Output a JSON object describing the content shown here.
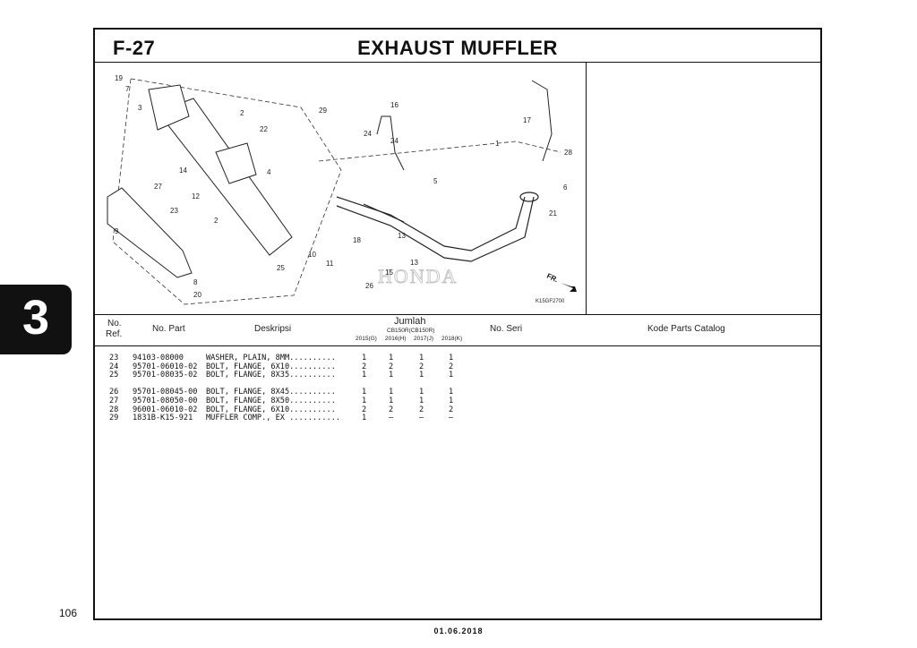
{
  "page": {
    "code": "F-27",
    "title": "EXHAUST MUFFLER",
    "chapter_number": "3",
    "page_number": "106",
    "date": "01.06.2018"
  },
  "diagram": {
    "figure_code": "K15GF2700",
    "direction_label": "FR.",
    "watermark": "HONDA",
    "callouts": [
      "19",
      "7",
      "3",
      "2",
      "22",
      "29",
      "16",
      "24",
      "24",
      "17",
      "1",
      "28",
      "6",
      "21",
      "5",
      "4",
      "14",
      "27",
      "12",
      "23",
      "2",
      "9",
      "8",
      "20",
      "25",
      "10",
      "11",
      "18",
      "13",
      "13",
      "15",
      "26"
    ]
  },
  "table": {
    "headers": {
      "no_ref": "No.",
      "no_ref_2": "Ref.",
      "part_no": "No. Part",
      "description": "Deskripsi",
      "qty": "Jumlah",
      "model_group": "CB150R(CB150R)",
      "serial_no": "No. Seri",
      "catalog_code": "Kode Parts Catalog",
      "years": [
        "2015(G)",
        "2016(H)",
        "2017(J)",
        "2018(K)"
      ]
    },
    "rows": [
      {
        "ref": "23",
        "part": "94103-08000",
        "desc": "WASHER, PLAIN, 8MM..........",
        "q": [
          "1",
          "1",
          "1",
          "1"
        ]
      },
      {
        "ref": "24",
        "part": "95701-06010-02",
        "desc": "BOLT, FLANGE, 6X10..........",
        "q": [
          "2",
          "2",
          "2",
          "2"
        ]
      },
      {
        "ref": "25",
        "part": "95701-08035-02",
        "desc": "BOLT, FLANGE, 8X35..........",
        "q": [
          "1",
          "1",
          "1",
          "1"
        ]
      },
      {
        "ref": "26",
        "part": "95701-08045-00",
        "desc": "BOLT, FLANGE, 8X45..........",
        "q": [
          "1",
          "1",
          "1",
          "1"
        ]
      },
      {
        "ref": "27",
        "part": "95701-08050-00",
        "desc": "BOLT, FLANGE, 8X50..........",
        "q": [
          "1",
          "1",
          "1",
          "1"
        ]
      },
      {
        "ref": "28",
        "part": "96001-06010-02",
        "desc": "BOLT, FLANGE, 6X10..........",
        "q": [
          "2",
          "2",
          "2",
          "2"
        ]
      },
      {
        "ref": "29",
        "part": "1831B-K15-921",
        "desc": "MUFFLER COMP., EX ...........",
        "q": [
          "1",
          "–",
          "–",
          "–"
        ]
      }
    ]
  }
}
